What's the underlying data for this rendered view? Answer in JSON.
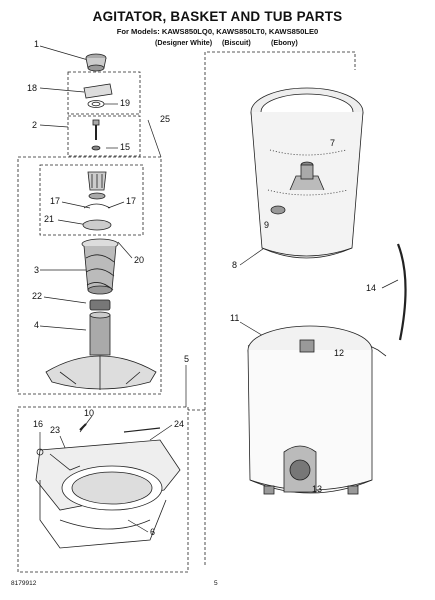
{
  "title": "AGITATOR, BASKET AND TUB PARTS",
  "models_line": "For Models: KAWS850LQ0, KAWS850LT0, KAWS850LE0",
  "color_variants": [
    "(Designer White)",
    "(Biscuit)",
    "(Ebony)"
  ],
  "callouts": [
    "1",
    "18",
    "19",
    "2",
    "15",
    "25",
    "17",
    "17",
    "21",
    "20",
    "3",
    "22",
    "4",
    "5",
    "10",
    "16",
    "23",
    "24",
    "6",
    "7",
    "9",
    "8",
    "14",
    "11",
    "12",
    "13"
  ],
  "footer": {
    "doc_number": "8179912",
    "page": "5"
  }
}
